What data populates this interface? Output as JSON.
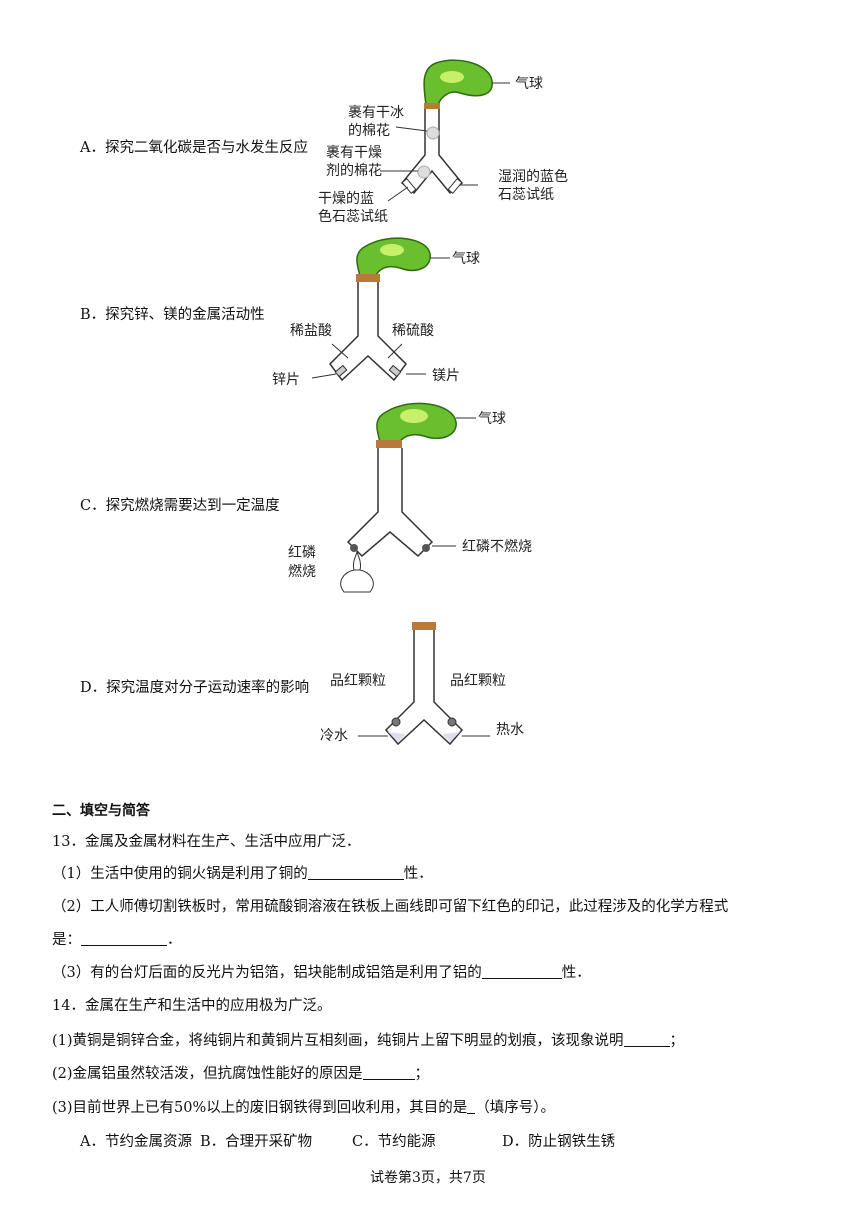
{
  "options": {
    "a": "A．探究二氧化碳是否与水发生反应",
    "b": "B．探究锌、镁的金属活动性",
    "c": "C．探究燃烧需要达到一定温度",
    "d": "D．探究温度对分子运动速率的影响"
  },
  "figA": {
    "balloon": "气球",
    "dry_ice_1": "裹有干冰",
    "dry_ice_2": "的棉花",
    "desiccant_1": "裹有干燥",
    "desiccant_2": "剂的棉花",
    "wet_1": "湿润的蓝色",
    "wet_2": "石蕊试纸",
    "dry_1": "干燥的蓝",
    "dry_2": "色石蕊试纸"
  },
  "figB": {
    "balloon": "气球",
    "hcl": "稀盐酸",
    "h2so4": "稀硫酸",
    "zn": "锌片",
    "mg": "镁片"
  },
  "figC": {
    "balloon": "气球",
    "burn_1": "红磷",
    "burn_2": "燃烧",
    "noburn": "红磷不燃烧"
  },
  "figD": {
    "left_particle": "品红颗粒",
    "right_particle": "品红颗粒",
    "cold": "冷水",
    "hot": "热水"
  },
  "section": "二、填空与简答",
  "q13": {
    "stem": "13．金属及金属材料在生产、生活中应用广泛．",
    "p1a": "（1）生活中使用的铜火锅是利用了铜的",
    "p1b": "性．",
    "p2a": "（2）工人师傅切割铁板时，常用硫酸铜溶液在铁板上画线即可留下红色的印记，此过程涉及的化学方程式",
    "p2b": "是：",
    "p2c": "．",
    "p3a": "（3）有的台灯后面的反光片为铝箔，铝块能制成铝箔是利用了铝的",
    "p3b": "性．"
  },
  "q14": {
    "stem": "14．金属在生产和生活中的应用极为广泛。",
    "p1a": "(1)黄铜是铜锌合金，将纯铜片和黄铜片互相刻画，纯铜片上留下明显的划痕，该现象说明",
    "p1b": "；",
    "p2a": "(2)金属铝虽然较活泼，但抗腐蚀性能好的原因是",
    "p2b": "；",
    "p3a": "(3)目前世界上已有50%以上的废旧钢铁得到回收利用，其目的是",
    "p3b": "（填序号）。",
    "choices": [
      "A．节约金属资源",
      "B．合理开采矿物",
      "C．节约能源",
      "D．防止钢铁生锈"
    ]
  },
  "footer": "试卷第3页，共7页"
}
